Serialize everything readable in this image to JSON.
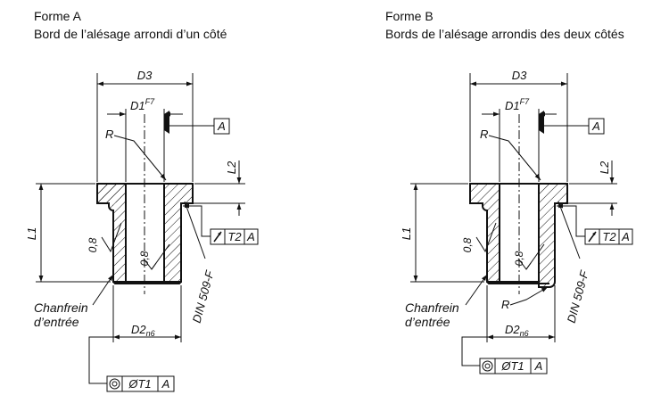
{
  "forms": [
    {
      "title": "Forme A",
      "subtitle": "Bord de l’alésage arrondi d’un côté",
      "labels": {
        "d3": "D3",
        "d1": "D1",
        "d1_sup": "F7",
        "r_top": "R",
        "datum": "A",
        "l2": "L2",
        "l1": "L1",
        "rough_outer": "0,8",
        "rough_inner": "0,8",
        "runout_tol": "T2",
        "runout_ref": "A",
        "chamfer_line1": "Chanfrein",
        "chamfer_line2": "d’entrée",
        "d2": "D2",
        "d2_sub": "n6",
        "din": "DIN 509-F",
        "coax_tol": "ØT1",
        "coax_ref": "A"
      }
    },
    {
      "title": "Forme B",
      "subtitle": "Bords de l’alésage arrondis des deux côtés",
      "labels": {
        "d3": "D3",
        "d1": "D1",
        "d1_sup": "F7",
        "r_top": "R",
        "r_bottom": "R",
        "datum": "A",
        "l2": "L2",
        "l1": "L1",
        "rough_outer": "0,8",
        "rough_inner": "0,8",
        "runout_tol": "T2",
        "runout_ref": "A",
        "chamfer_line1": "Chanfrein",
        "chamfer_line2": "d’entrée",
        "d2": "D2",
        "d2_sub": "n6",
        "din": "DIN 509-F",
        "coax_tol": "ØT1",
        "coax_ref": "A"
      }
    }
  ]
}
